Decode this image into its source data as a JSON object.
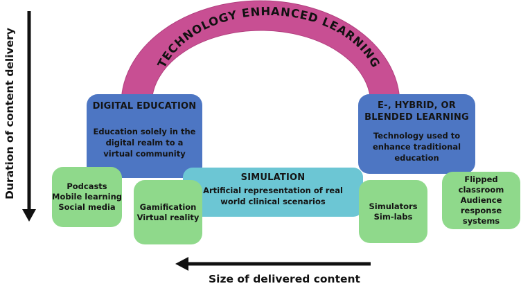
{
  "arch": {
    "label": "TECHNOLOGY ENHANCED LEARNING",
    "color": "#c84f93"
  },
  "digital_education": {
    "title": "DIGITAL EDUCATION",
    "description": "Education solely in the digital realm to a virtual community"
  },
  "blended_learning": {
    "title_line1": "E-, HYBRID, OR",
    "title_line2": "BLENDED LEARNING",
    "description": "Technology used to enhance traditional education"
  },
  "simulation": {
    "title": "SIMULATION",
    "description": "Artificial representation of real world clinical scenarios"
  },
  "examples": {
    "digital": [
      "Podcasts",
      "Mobile learning",
      "Social media"
    ],
    "simulation_left": [
      "Gamification",
      "Virtual reality"
    ],
    "simulation_right": [
      "Simulators",
      "Sim-labs"
    ],
    "blended": [
      "Flipped classroom",
      "Audience",
      "response systems"
    ]
  },
  "axes": {
    "vertical_label": "Duration of content delivery",
    "horizontal_label": "Size of delivered content"
  },
  "colors": {
    "arch": "#c84f93",
    "category_box": "#4d76c3",
    "simulation_box": "#6cc6d4",
    "example_box": "#8fd98b",
    "arrow": "#111111"
  }
}
